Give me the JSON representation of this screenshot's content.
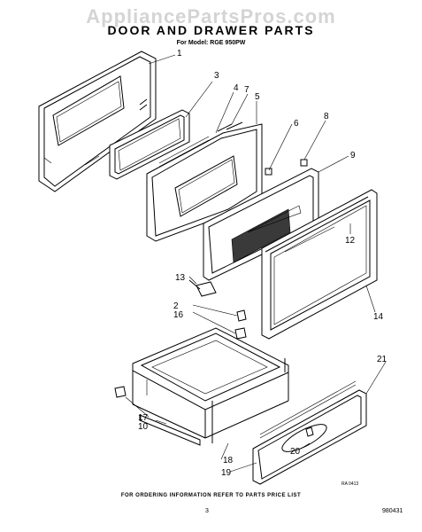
{
  "watermark": "AppliancePartsPros.com",
  "title": "DOOR AND DRAWER PARTS",
  "model_line": "For Model: RGE 950PW",
  "footer_note": "FOR ORDERING INFORMATION REFER TO PARTS PRICE LIST",
  "page_number": "3",
  "doc_code": "980431",
  "ref_code": "RA 0413",
  "callouts": [
    {
      "id": "c1",
      "label": "1"
    },
    {
      "id": "c2",
      "label": "2"
    },
    {
      "id": "c3",
      "label": "3"
    },
    {
      "id": "c4",
      "label": "4"
    },
    {
      "id": "c5",
      "label": "5"
    },
    {
      "id": "c6",
      "label": "6"
    },
    {
      "id": "c7",
      "label": "7"
    },
    {
      "id": "c8",
      "label": "8"
    },
    {
      "id": "c9",
      "label": "9"
    },
    {
      "id": "c10",
      "label": "10"
    },
    {
      "id": "c12",
      "label": "12"
    },
    {
      "id": "c13",
      "label": "13"
    },
    {
      "id": "c14",
      "label": "14"
    },
    {
      "id": "c16",
      "label": "16"
    },
    {
      "id": "c17",
      "label": "17"
    },
    {
      "id": "c18",
      "label": "18"
    },
    {
      "id": "c19",
      "label": "19"
    },
    {
      "id": "c20",
      "label": "20"
    },
    {
      "id": "c21",
      "label": "21"
    }
  ]
}
